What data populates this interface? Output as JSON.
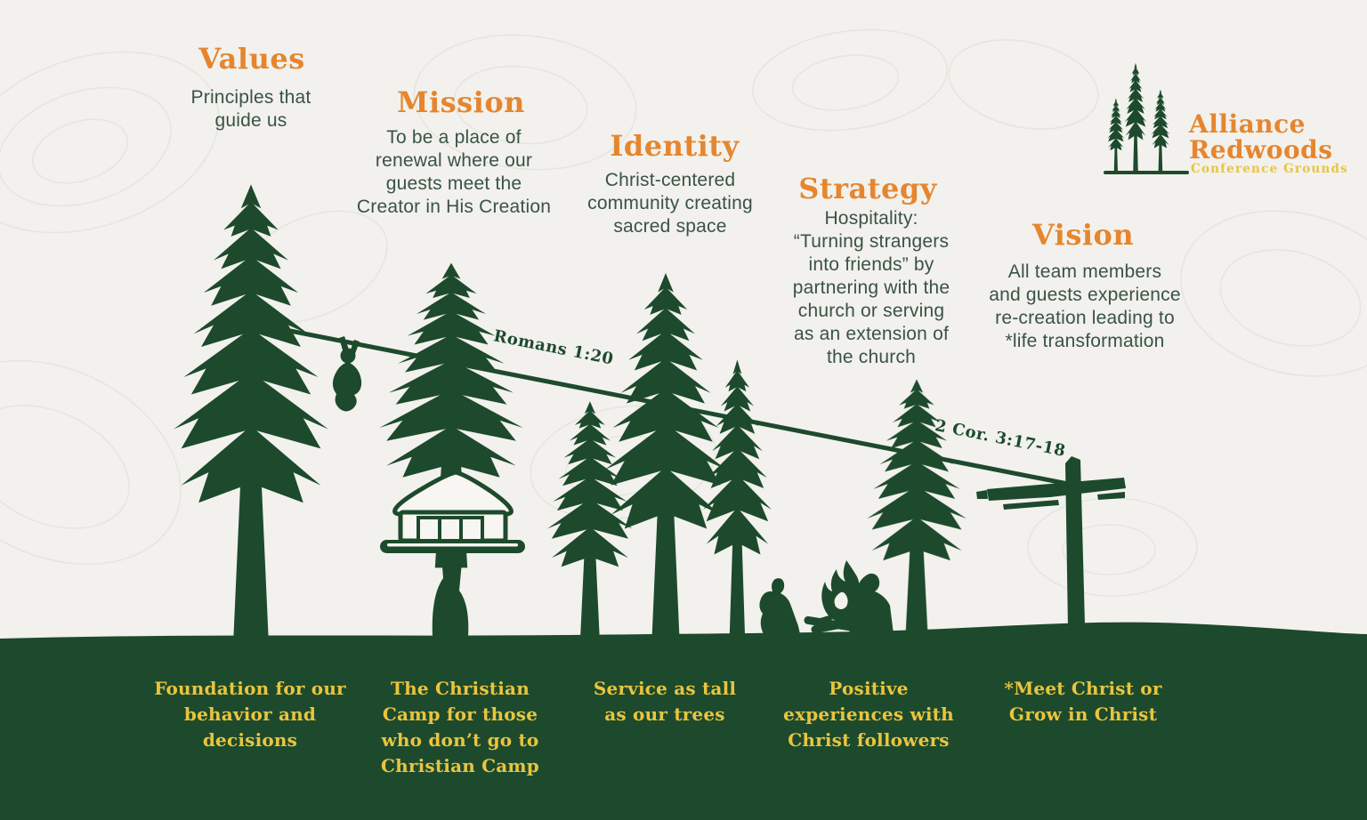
{
  "palette": {
    "background": "#f2f1ed",
    "forest_green": "#1d4a2c",
    "body_text_green": "#3a5345",
    "accent_orange": "#e5862f",
    "accent_yellow": "#eac43e"
  },
  "logo": {
    "line1": "Alliance",
    "line2": "Redwoods",
    "subtitle": "Conference Grounds"
  },
  "sections": [
    {
      "heading": "Values",
      "body": "Principles that\nguide us",
      "footnote": "Foundation for our\nbehavior and\ndecisions"
    },
    {
      "heading": "Mission",
      "body": "To be a place of\nrenewal where our\nguests meet the\nCreator in His Creation",
      "footnote": "The Christian\nCamp for those\nwho don’t go to\nChristian Camp"
    },
    {
      "heading": "Identity",
      "body": "Christ-centered\ncommunity creating\nsacred space",
      "footnote": "Service as tall\nas our trees"
    },
    {
      "heading": "Strategy",
      "body": "Hospitality:\n“Turning strangers\ninto friends” by\npartnering with the\nchurch or serving\nas an extension of\nthe church",
      "footnote": "Positive\nexperiences with\nChrist followers"
    },
    {
      "heading": "Vision",
      "body": "All team members\nand guests experience\nre-creation leading to\n*life transformation",
      "footnote": "*Meet Christ or\nGrow in Christ"
    }
  ],
  "scripture": {
    "label1": "Romans 1:20",
    "label2": "2 Cor. 3:17-18"
  }
}
